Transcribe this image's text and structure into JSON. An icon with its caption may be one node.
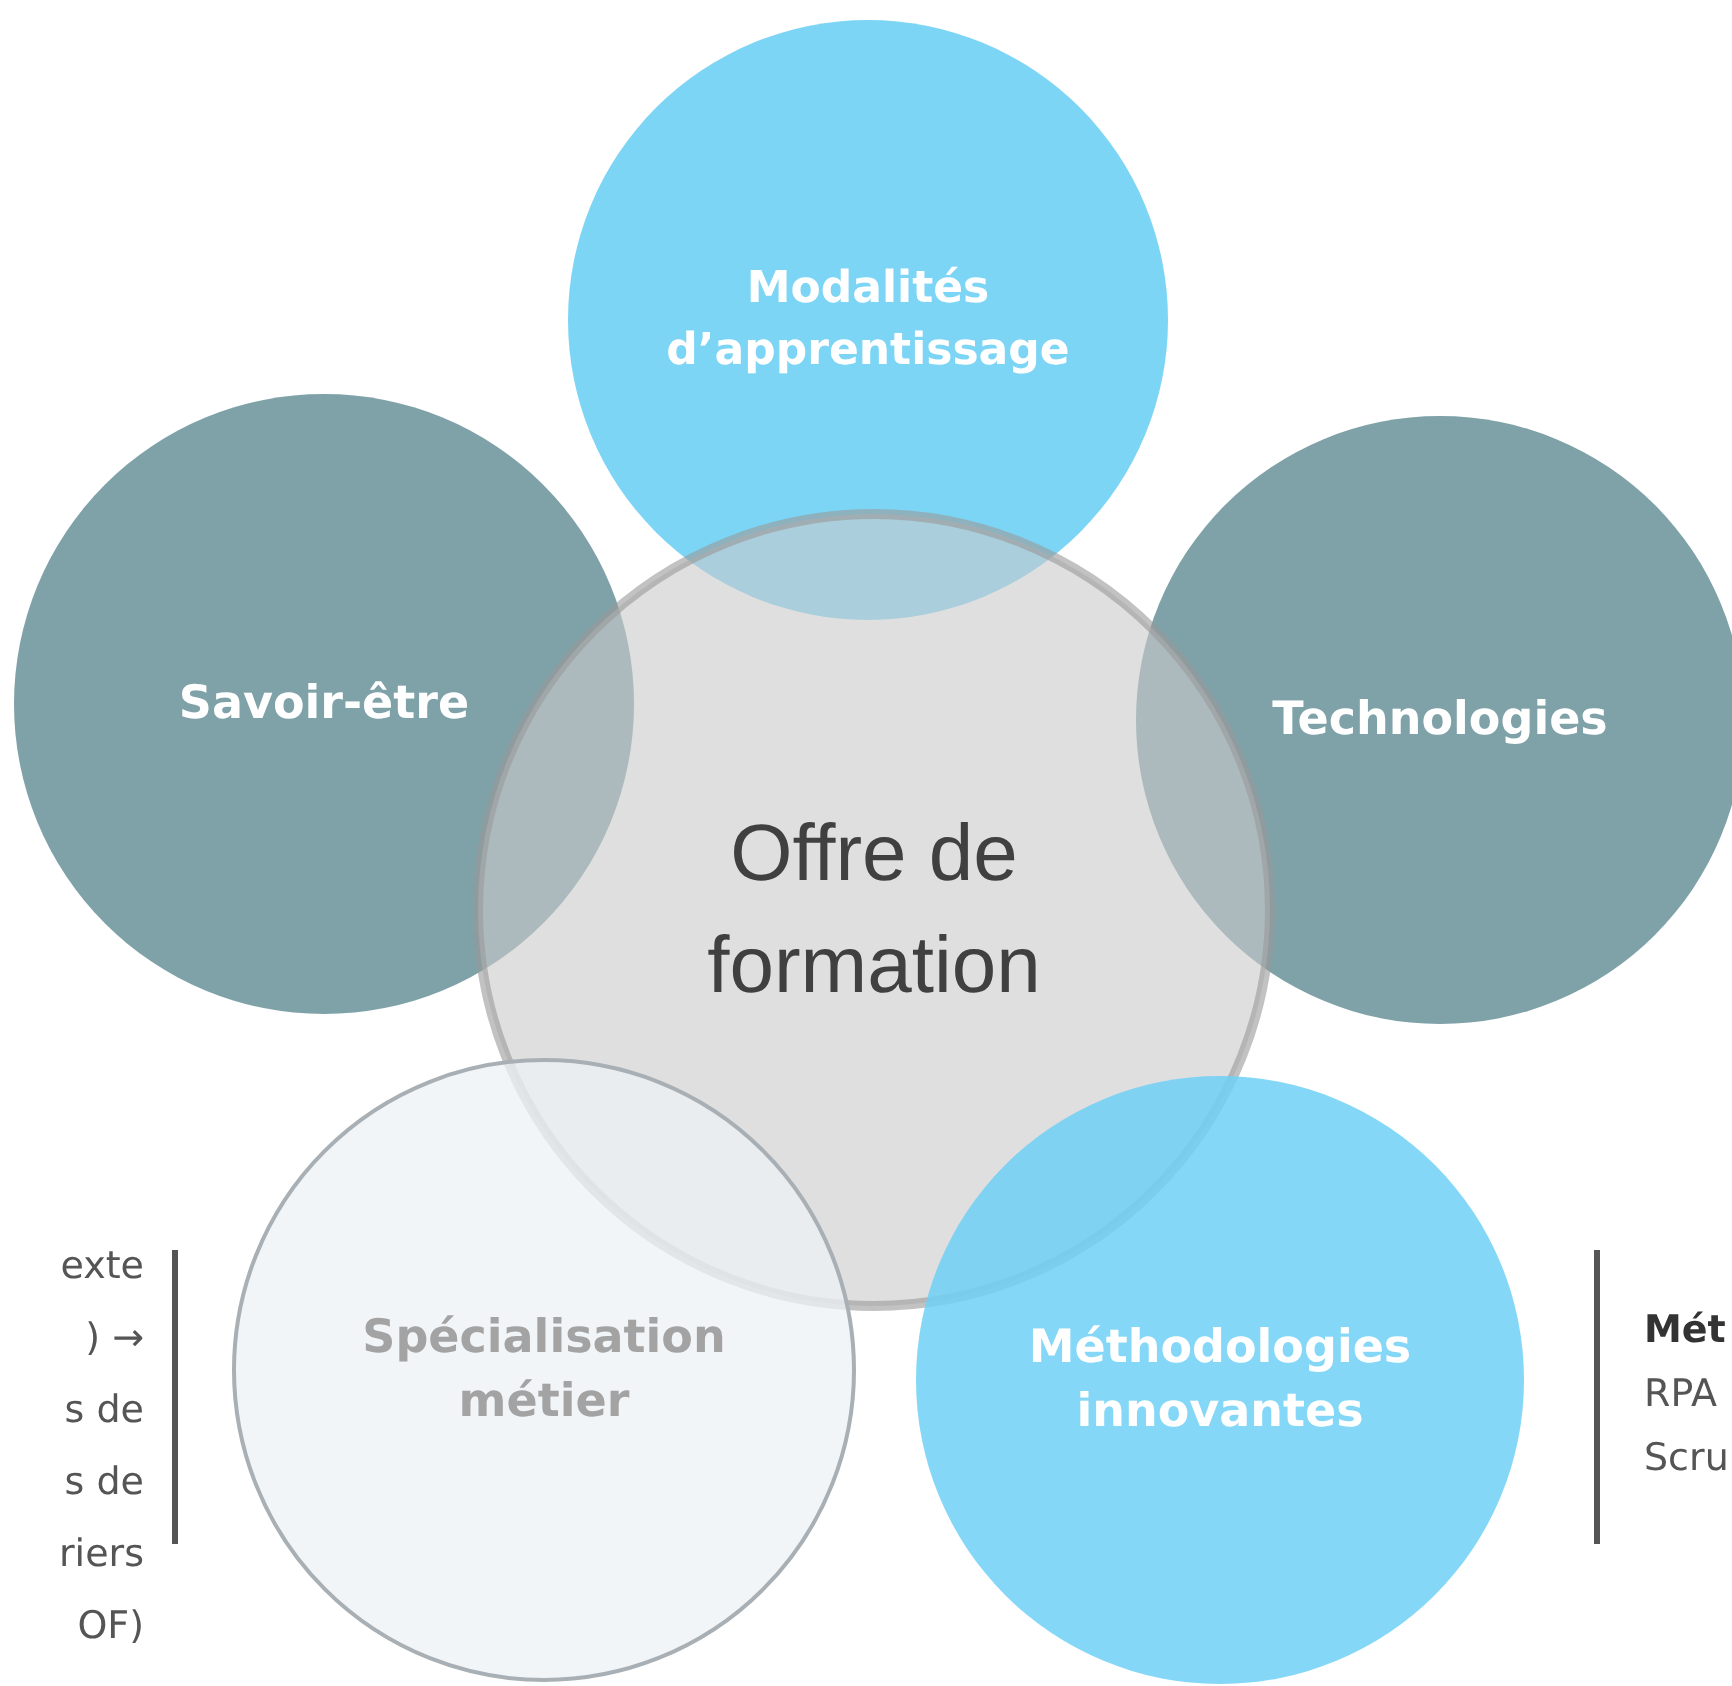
{
  "diagram": {
    "nodes": [
      {
        "text": [
          "Modalités d’apprentissage"
        ]
      },
      {
        "text": [
          "Savoir-être"
        ]
      },
      {
        "text": [
          "Technologies"
        ]
      },
      {
        "text": [
          "Offre de formation"
        ]
      },
      {
        "text": [
          "Spécialisation métier"
        ]
      },
      {
        "text": [
          "Méthodologies innovantes"
        ]
      }
    ],
    "edges": [],
    "labels": [
      "exte",
      ") →",
      "s de",
      "s de",
      "riers",
      "OF)",
      "**Mét**",
      "RPA",
      "Scru"
    ]
  }
}
